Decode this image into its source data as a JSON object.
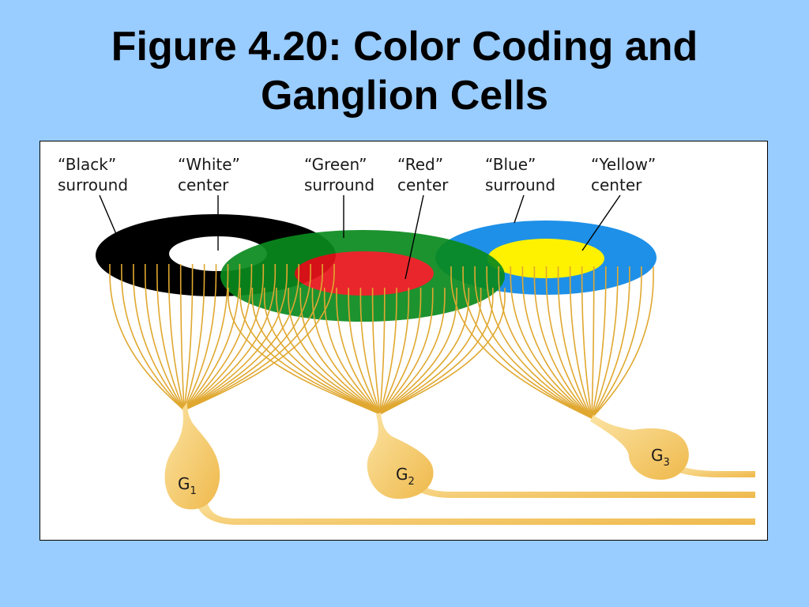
{
  "title": {
    "line1": "Figure 4.20: Color Coding and",
    "line2": "Ganglion Cells"
  },
  "labels": {
    "black_surround": [
      "“Black”",
      "surround"
    ],
    "white_center": [
      "“White”",
      "center"
    ],
    "green_surround": [
      "“Green”",
      "surround"
    ],
    "red_center": [
      "“Red”",
      "center"
    ],
    "blue_surround": [
      "“Blue”",
      "surround"
    ],
    "yellow_center": [
      "“Yellow”",
      "center"
    ]
  },
  "cells": [
    {
      "letter": "G",
      "index": "1"
    },
    {
      "letter": "G",
      "index": "2"
    },
    {
      "letter": "G",
      "index": "3"
    }
  ],
  "colors": {
    "background": "#99CCFF",
    "black": "#000000",
    "white": "#FFFFFF",
    "green": "#0A8A1E",
    "red": "#E8141A",
    "blue": "#1E90E8",
    "yellow": "#FFF200",
    "neuron": "#F7D27C",
    "dendrite": "#E0A830"
  }
}
